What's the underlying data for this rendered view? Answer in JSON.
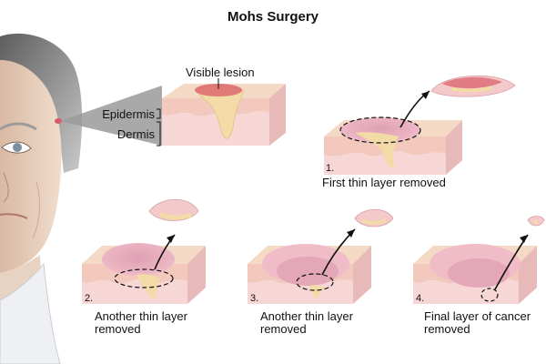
{
  "title": "Mohs Surgery",
  "labels": {
    "visible_lesion": "Visible lesion",
    "epidermis": "Epidermis",
    "dermis": "Dermis"
  },
  "steps": [
    {
      "number": "1.",
      "caption_lines": [
        "First thin layer removed"
      ]
    },
    {
      "number": "2.",
      "caption_lines": [
        "Another thin layer",
        "removed"
      ]
    },
    {
      "number": "3.",
      "caption_lines": [
        "Another thin layer",
        "removed"
      ]
    },
    {
      "number": "4.",
      "caption_lines": [
        "Final layer of cancer",
        "removed"
      ]
    }
  ],
  "colors": {
    "skin_top": "#f7dcc9",
    "epidermis_band": "#f3c7c0",
    "dermis": "#f7d4d4",
    "crater": "#e9a9b9",
    "lesion": "#f2dba6",
    "lesion_red": "#d95a66",
    "callout_gray": "#9a9a9a"
  }
}
